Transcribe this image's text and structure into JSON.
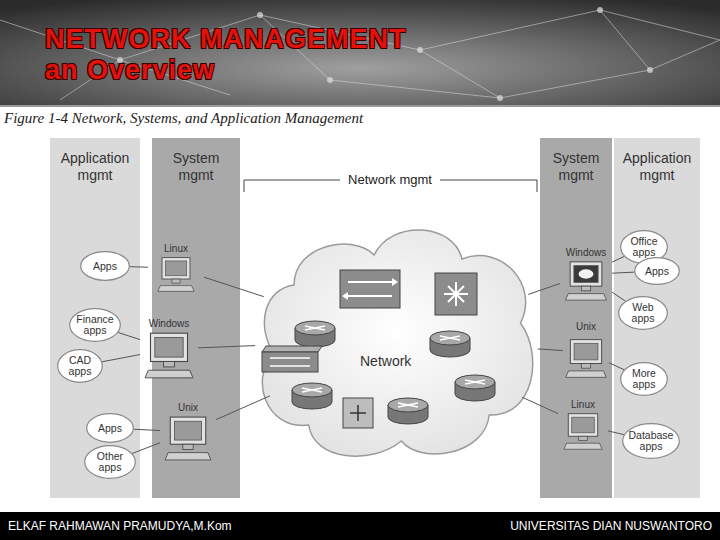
{
  "diagram": {
    "title": "NETWORK MANAGEMENT an Overview",
    "caption": "Figure 1-4 Network, Systems, and Application Management",
    "nodes": [
      {
        "text": [
          "Application mgmt"
        ]
      },
      {
        "text": [
          "Apps"
        ],
        "in": 0
      },
      {
        "text": [
          "Finance apps"
        ],
        "in": 0
      },
      {
        "text": [
          "CAD apps"
        ],
        "in": 0
      },
      {
        "text": [
          "Apps"
        ],
        "in": 0
      },
      {
        "text": [
          "Other apps"
        ],
        "in": 0
      },
      {
        "text": [
          "System mgmt"
        ]
      },
      {
        "text": [
          "Linux"
        ],
        "in": 6
      },
      {
        "text": [
          "Windows"
        ],
        "in": 6
      },
      {
        "text": [
          "Unix"
        ],
        "in": 6
      },
      {
        "text": [
          "Network"
        ]
      },
      {
        "text": [
          "System mgmt"
        ]
      },
      {
        "text": [
          "Windows"
        ],
        "in": 11
      },
      {
        "text": [
          "Unix"
        ],
        "in": 11
      },
      {
        "text": [
          "Linux"
        ],
        "in": 11
      },
      {
        "text": [
          "Application mgmt"
        ]
      },
      {
        "text": [
          "Office apps"
        ],
        "in": 15
      },
      {
        "text": [
          "Apps"
        ],
        "in": 15
      },
      {
        "text": [
          "Web apps"
        ],
        "in": 15
      },
      {
        "text": [
          "More apps"
        ],
        "in": 15
      },
      {
        "text": [
          "Database apps"
        ],
        "in": 15
      }
    ],
    "edges": [
      {
        "from": 1,
        "to": 7,
        "arrow": "none"
      },
      {
        "from": 2,
        "to": 8,
        "arrow": "none"
      },
      {
        "from": 3,
        "to": 8,
        "arrow": "none"
      },
      {
        "from": 4,
        "to": 9,
        "arrow": "none"
      },
      {
        "from": 5,
        "to": 9,
        "arrow": "none"
      },
      {
        "from": 7,
        "to": 10,
        "arrow": "none"
      },
      {
        "from": 8,
        "to": 10,
        "arrow": "none"
      },
      {
        "from": 9,
        "to": 10,
        "arrow": "none"
      },
      {
        "from": 10,
        "to": 12,
        "arrow": "none"
      },
      {
        "from": 10,
        "to": 13,
        "arrow": "none"
      },
      {
        "from": 10,
        "to": 14,
        "arrow": "none"
      },
      {
        "from": 12,
        "to": 16,
        "arrow": "none"
      },
      {
        "from": 12,
        "to": 17,
        "arrow": "none"
      },
      {
        "from": 12,
        "to": 18,
        "arrow": "none"
      },
      {
        "from": 13,
        "to": 19,
        "arrow": "none"
      },
      {
        "from": 14,
        "to": 20,
        "arrow": "none"
      }
    ],
    "labels": [
      "Network mgmt",
      "ELKAF RAHMAWAN PRAMUDYA,M.Kom",
      "UNIVERSITAS DIAN NUSWANTORO"
    ]
  }
}
